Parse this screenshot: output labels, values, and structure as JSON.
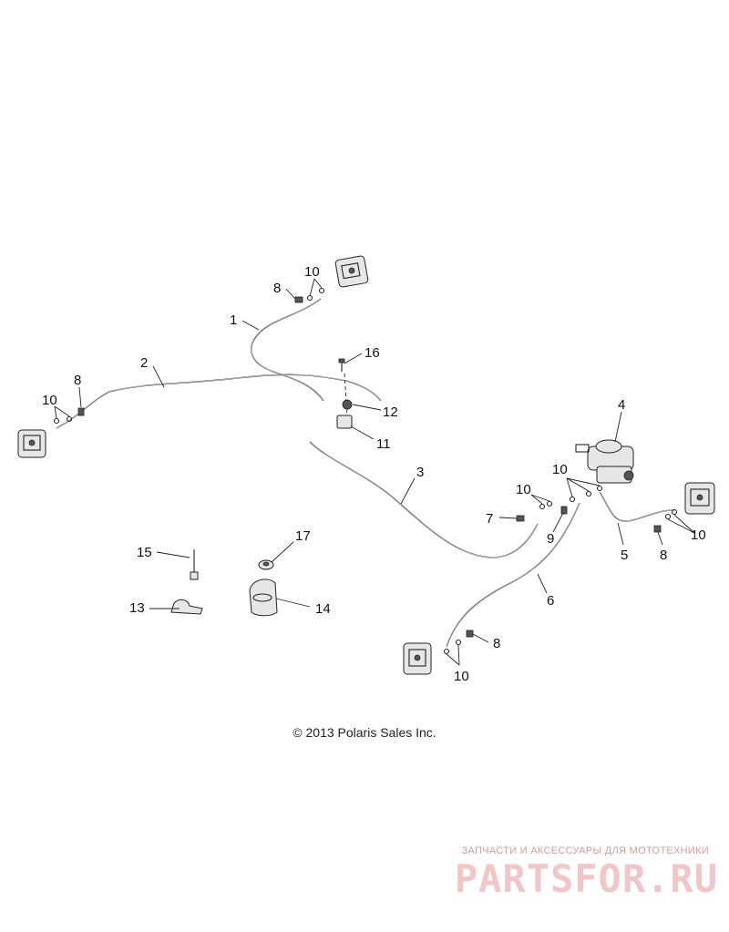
{
  "copyright": "© 2013 Polaris Sales Inc.",
  "watermark": {
    "tagline": "ЗАПЧАСТИ И АКСЕССУАРЫ ДЛЯ МОТОТЕХНИКИ",
    "logo": "PARTSFOR.RU"
  },
  "callouts": [
    "1",
    "2",
    "3",
    "4",
    "5",
    "6",
    "7",
    "8",
    "8",
    "8",
    "8",
    "9",
    "10",
    "10",
    "10",
    "10",
    "10",
    "11",
    "12",
    "13",
    "14",
    "15",
    "16",
    "17"
  ]
}
